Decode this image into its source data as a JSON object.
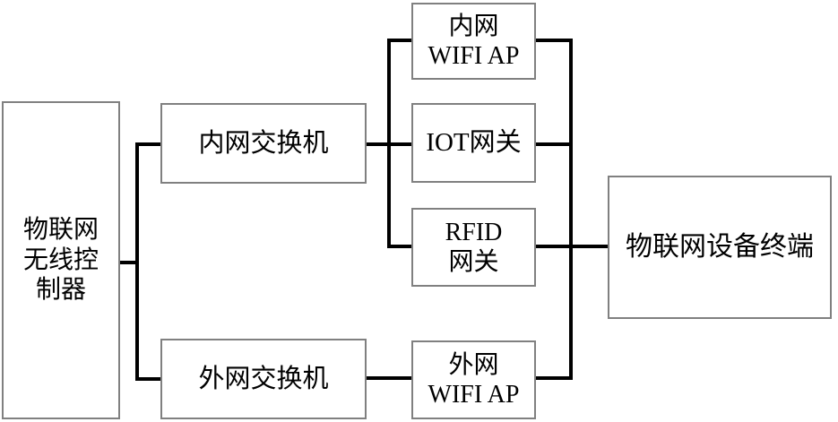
{
  "colors": {
    "bg": "#ffffff",
    "box_border": "#808080",
    "connector": "#000000",
    "text": "#000000"
  },
  "nodes": {
    "controller": {
      "label": "物联网\n无线控\n制器"
    },
    "switch_internal": {
      "label": "内网交换机"
    },
    "switch_external": {
      "label": "外网交换机"
    },
    "ap_internal": {
      "label": "内网\nWIFI AP"
    },
    "iot_gateway": {
      "label": "IOT网关"
    },
    "rfid_gateway": {
      "label": "RFID\n网关"
    },
    "ap_external": {
      "label": "外网\nWIFI AP"
    },
    "terminal": {
      "label": "物联网设备终端"
    }
  },
  "connections": [
    {
      "from": "controller",
      "to": "switch_internal"
    },
    {
      "from": "controller",
      "to": "switch_external"
    },
    {
      "from": "switch_internal",
      "to": "iot_gateway"
    },
    {
      "from": "switch_internal",
      "to": "ap_internal"
    },
    {
      "from": "switch_internal",
      "to": "rfid_gateway"
    },
    {
      "from": "ap_internal",
      "to": "terminal"
    },
    {
      "from": "iot_gateway",
      "to": "terminal"
    },
    {
      "from": "rfid_gateway",
      "to": "terminal"
    },
    {
      "from": "switch_external",
      "to": "ap_external"
    },
    {
      "from": "ap_external",
      "to": "terminal"
    }
  ]
}
